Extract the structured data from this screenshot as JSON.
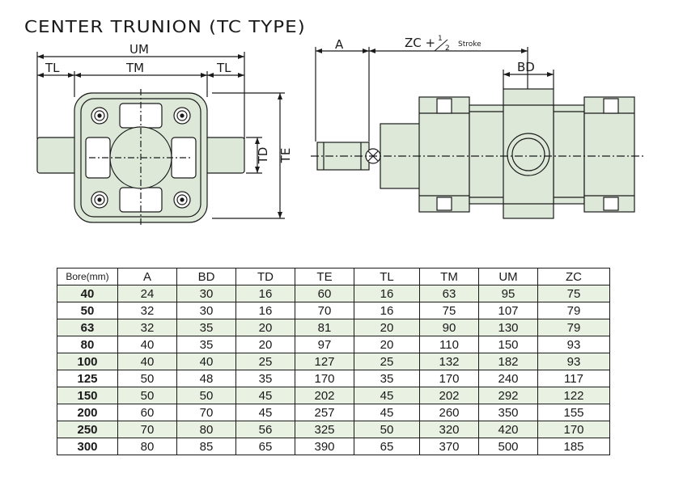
{
  "title": "CENTER TRUNION (TC TYPE)",
  "labels": {
    "um": "UM",
    "tl_left": "TL",
    "tm": "TM",
    "tl_right": "TL",
    "td": "TD",
    "te": "TE",
    "a": "A",
    "zc": "ZC +",
    "half_num": "1",
    "half_den": "2",
    "stroke": "Stroke",
    "bd": "BD"
  },
  "colors": {
    "part_fill": "#dde8d8",
    "row_shade": "#e8f1e2",
    "line": "#1a1a1a"
  },
  "table": {
    "headers": [
      "Bore(mm)",
      "A",
      "BD",
      "TD",
      "TE",
      "TL",
      "TM",
      "UM",
      "ZC"
    ],
    "rows": [
      [
        "40",
        "24",
        "30",
        "16",
        "60",
        "16",
        "63",
        "95",
        "75"
      ],
      [
        "50",
        "32",
        "30",
        "16",
        "70",
        "16",
        "75",
        "107",
        "79"
      ],
      [
        "63",
        "32",
        "35",
        "20",
        "81",
        "20",
        "90",
        "130",
        "79"
      ],
      [
        "80",
        "40",
        "35",
        "20",
        "97",
        "20",
        "110",
        "150",
        "93"
      ],
      [
        "100",
        "40",
        "40",
        "25",
        "127",
        "25",
        "132",
        "182",
        "93"
      ],
      [
        "125",
        "50",
        "48",
        "35",
        "170",
        "35",
        "170",
        "240",
        "117"
      ],
      [
        "150",
        "50",
        "50",
        "45",
        "202",
        "45",
        "202",
        "292",
        "122"
      ],
      [
        "200",
        "60",
        "70",
        "45",
        "257",
        "45",
        "260",
        "350",
        "155"
      ],
      [
        "250",
        "70",
        "80",
        "56",
        "325",
        "50",
        "320",
        "420",
        "170"
      ],
      [
        "300",
        "80",
        "85",
        "65",
        "390",
        "65",
        "370",
        "500",
        "185"
      ]
    ]
  }
}
